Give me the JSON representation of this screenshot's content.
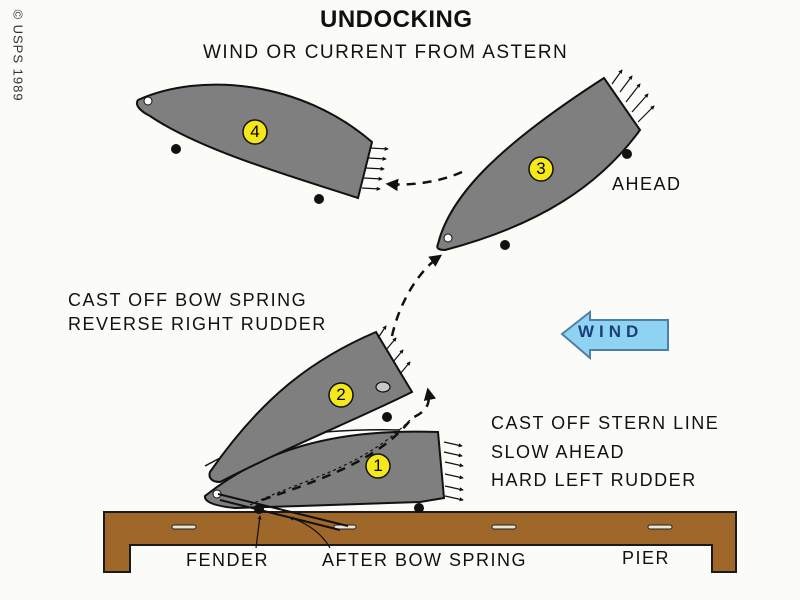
{
  "title": "UNDOCKING",
  "subtitle": "WIND OR CURRENT FROM ASTERN",
  "credit": "© USPS 1989",
  "labels": {
    "ahead": "AHEAD",
    "cast_off_bow_line1": "CAST OFF BOW SPRING",
    "cast_off_bow_line2": "REVERSE RIGHT RUDDER",
    "cast_off_stern_line1": "CAST OFF STERN LINE",
    "cast_off_stern_line2": "SLOW AHEAD",
    "cast_off_stern_line3": "HARD LEFT RUDDER",
    "fender": "FENDER",
    "after_bow_spring": "AFTER BOW SPRING",
    "pier": "PIER",
    "wind": "WIND"
  },
  "boats": [
    {
      "number": "1"
    },
    {
      "number": "2"
    },
    {
      "number": "3"
    },
    {
      "number": "4"
    }
  ],
  "colors": {
    "background": "#fbfbf8",
    "hull": "#7f7f80",
    "number_circle": "#f5e81a",
    "pier": "#a0672a",
    "wind_arrow": "#8fd3f2",
    "wind_text": "#1c3f7a"
  }
}
